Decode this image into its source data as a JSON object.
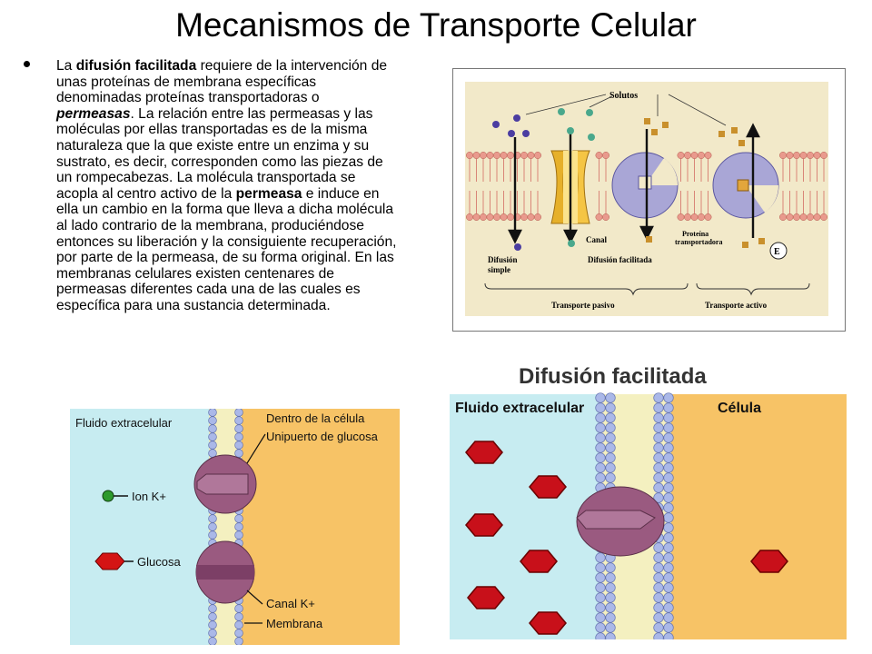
{
  "slide": {
    "title": "Mecanismos de Transporte Celular"
  },
  "paragraph": [
    {
      "t": "La ",
      "s": ""
    },
    {
      "t": "difusión facilitada",
      "s": "b"
    },
    {
      "t": " requiere de la intervención de unas proteínas de membrana específicas denominadas proteínas transportadoras o ",
      "s": ""
    },
    {
      "t": "permeasas",
      "s": "bi"
    },
    {
      "t": ". La relación entre las permeasas y las moléculas por ellas transportadas es de la misma naturaleza que la que existe entre un enzima y su sustrato, es decir, corresponden como las piezas de un rompecabezas. La molécula transportada se acopla al centro activo de la ",
      "s": ""
    },
    {
      "t": "permeasa",
      "s": "b"
    },
    {
      "t": " e induce en ella un cambio en la forma que lleva a dicha molécula al lado contrario de la membrana, produciéndose entonces su liberación y la consiguiente recuperación, por parte de la permeasa, de su forma original. En las membranas celulares existen centenares de permeasas diferentes cada una de las cuales es específica para una sustancia determinada.",
      "s": ""
    }
  ],
  "figure_transport": {
    "solutes_label": "Solutos",
    "canal_label": "Canal",
    "difusion_simple_label": "Difusión\nsimple",
    "difusion_facilitada_label": "Difusión facilitada",
    "proteina_label": "Proteína\ntransportadora",
    "energy_label": "E",
    "transporte_pasivo_label": "Transporte pasivo",
    "transporte_activo_label": "Transporte activo",
    "colors": {
      "panel": "#f2e9c9",
      "lipid_head": "#e99a8d",
      "tail": "#d98578",
      "channel": "#f5c544",
      "protein": "#a9a6d6",
      "solute_purple": "#4b3da1",
      "solute_teal": "#4aa88c",
      "solute_gold": "#c9902c"
    }
  },
  "figure_uniport": {
    "label_fluid": "Fluido extracelular",
    "label_inside": "Dentro de la célula",
    "label_uniport": "Unipuerto de glucosa",
    "label_ion": "Ion K+",
    "label_glucose": "Glucosa",
    "label_channel": "Canal K+",
    "label_membrane": "Membrana",
    "colors": {
      "outside": "#c7ecf1",
      "inside": "#f7c366",
      "protein": "#9a5a80",
      "glucose": "#d41414",
      "ion": "#2d9a2d"
    }
  },
  "figure_fd": {
    "title": "Difusión facilitada",
    "label_fluid": "Fluido extracelular",
    "label_cell": "Célula",
    "colors": {
      "outside": "#c7ecf1",
      "inside": "#f7c366",
      "protein": "#9a5a80",
      "glucose": "#c8101a"
    }
  }
}
